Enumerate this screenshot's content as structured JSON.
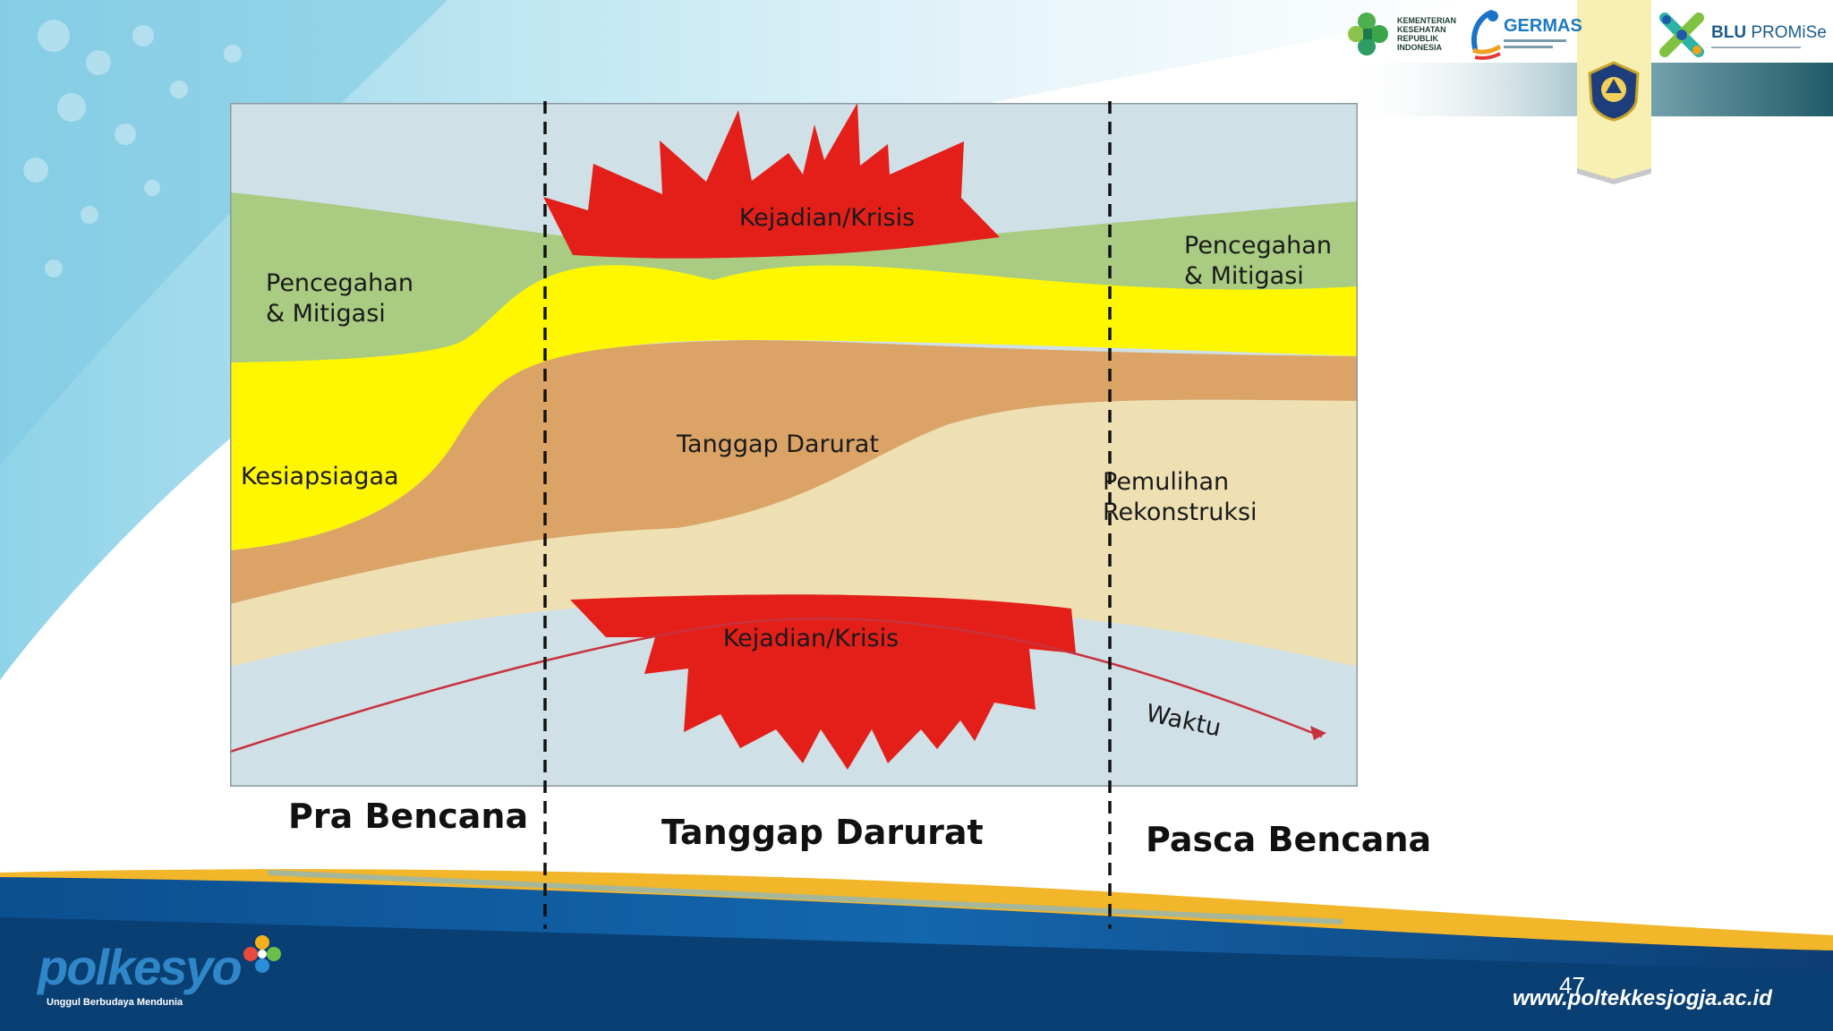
{
  "diagram": {
    "labels": {
      "crisis_top": "Kejadian/Krisis",
      "crisis_bottom": "Kejadian/Krisis",
      "prevention_left_1": "Pencegahan",
      "prevention_left_2": "& Mitigasi",
      "prevention_right_1": "Pencegahan",
      "prevention_right_2": "& Mitigasi",
      "preparedness": "Kesiapsiagaa",
      "response": "Tanggap Darurat",
      "recovery_1": "Pemulihan",
      "recovery_2": "Rekonstruksi",
      "time": "Waktu"
    },
    "colors": {
      "sky": "#cfe0e6",
      "prevention": "#a9cc82",
      "preparedness": "#fff700",
      "response": "#dba466",
      "recovery": "#efe0b3",
      "crisis": "#e41f1a"
    }
  },
  "phases": {
    "pre": "Pra Bencana",
    "response": "Tanggap Darurat",
    "post": "Pasca Bencana"
  },
  "header": {
    "kemenkes_lines": [
      "KEMENTERIAN",
      "KESEHATAN",
      "REPUBLIK",
      "INDONESIA"
    ],
    "germas": "GERMAS",
    "blu_bold": "BLU",
    "blu_rest": "PROMiSe"
  },
  "footer": {
    "brand": "polkesyo",
    "tagline": "Unggul Berbudaya Mendunia",
    "page_number": "47",
    "url": "www.poltekkesjogja.ac.id"
  }
}
